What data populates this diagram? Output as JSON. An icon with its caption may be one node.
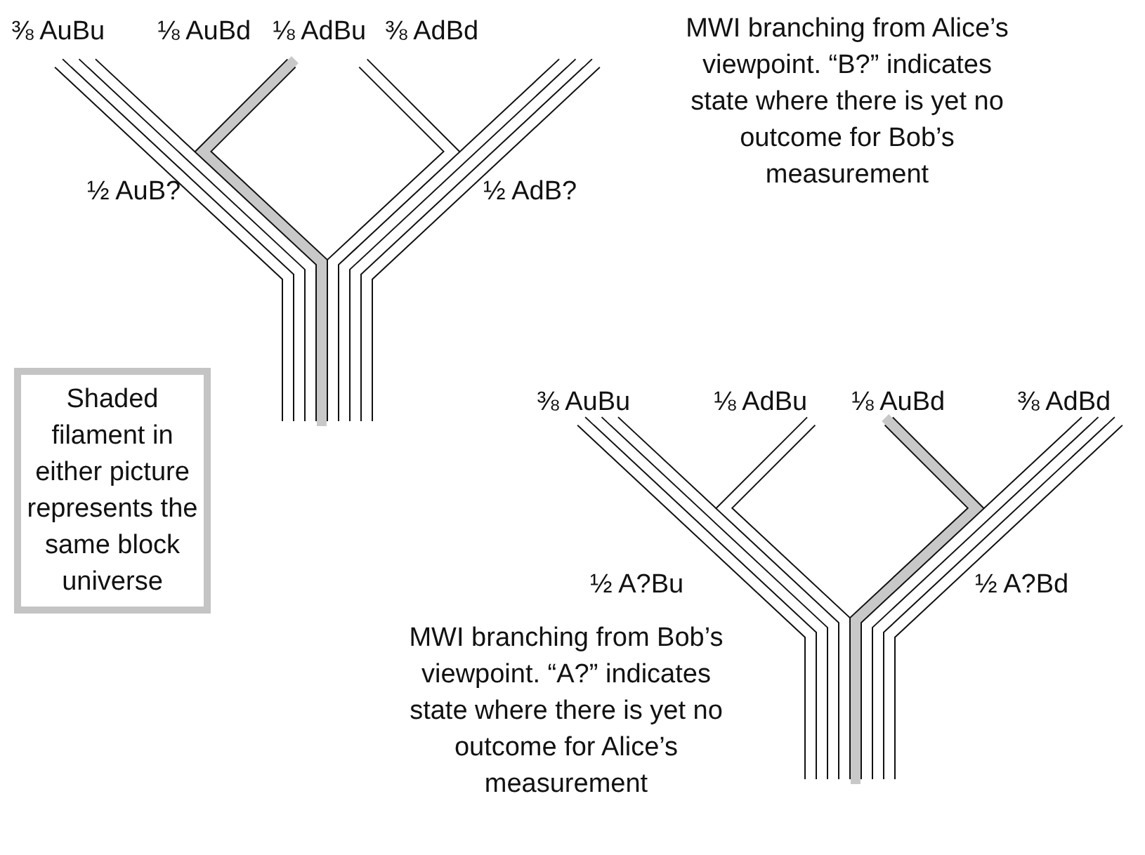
{
  "diagram": {
    "nodes": [
      {
        "text": [
          "Shaded filament in either picture represents the same block universe"
        ]
      }
    ],
    "labels": [
      "⅜ AuBu",
      "⅛ AuBd",
      "⅛ AdBu",
      "⅜ AdBd",
      "MWI branching from Alice’s viewpoint.  “B?” indicates state where there is yet no outcome for Bob’s measurement",
      "½ AuB?",
      "½ AdB?",
      "⅜ AuBu",
      "⅛ AdBu",
      "⅛ AuBd",
      "⅜ AdBd",
      "½ A?Bu",
      "½ A?Bd",
      "MWI branching from Bob’s viewpoint.  “A?” indicates state where there is yet no outcome for Alice’s measurement"
    ]
  }
}
